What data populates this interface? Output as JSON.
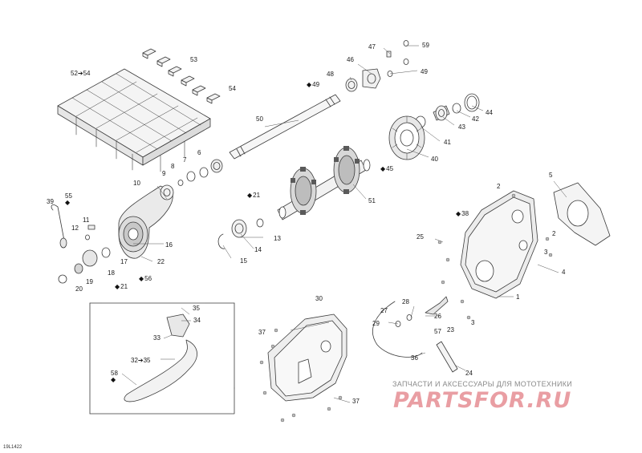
{
  "diagram_ref": "19L1422",
  "watermark": {
    "tagline": "ЗАПЧАСТИ И АКСЕССУАРЫ ДЛЯ МОТОТЕХНИКИ",
    "logo_text": "PARTSFOR.RU"
  },
  "colors": {
    "line": "#3a3a3a",
    "watermark": "#e0787f"
  },
  "callouts": [
    {
      "id": "c59",
      "text": "59"
    },
    {
      "id": "c47",
      "text": "47"
    },
    {
      "id": "c53",
      "text": "53"
    },
    {
      "id": "c46",
      "text": "46"
    },
    {
      "id": "c49a",
      "text": "49"
    },
    {
      "id": "c52_54",
      "text": "52➔54"
    },
    {
      "id": "c48",
      "text": "48"
    },
    {
      "id": "c49b",
      "text": "49",
      "oil": true
    },
    {
      "id": "c54",
      "text": "54"
    },
    {
      "id": "c44",
      "text": "44"
    },
    {
      "id": "c50",
      "text": "50"
    },
    {
      "id": "c42",
      "text": "42"
    },
    {
      "id": "c43",
      "text": "43"
    },
    {
      "id": "c41",
      "text": "41"
    },
    {
      "id": "c6",
      "text": "6"
    },
    {
      "id": "c7",
      "text": "7"
    },
    {
      "id": "c40",
      "text": "40"
    },
    {
      "id": "c8",
      "text": "8"
    },
    {
      "id": "c45",
      "text": "45",
      "oil": true
    },
    {
      "id": "c9",
      "text": "9"
    },
    {
      "id": "c5",
      "text": "5"
    },
    {
      "id": "c10",
      "text": "10"
    },
    {
      "id": "c2a",
      "text": "2"
    },
    {
      "id": "c21a",
      "text": "21",
      "oil": true
    },
    {
      "id": "c55",
      "text": "55"
    },
    {
      "id": "c39",
      "text": "39"
    },
    {
      "id": "c51",
      "text": "51"
    },
    {
      "id": "c38",
      "text": "38",
      "oil": true
    },
    {
      "id": "c11",
      "text": "11"
    },
    {
      "id": "c12",
      "text": "12"
    },
    {
      "id": "c13",
      "text": "13"
    },
    {
      "id": "c16",
      "text": "16"
    },
    {
      "id": "c25",
      "text": "25"
    },
    {
      "id": "c2b",
      "text": "2"
    },
    {
      "id": "c14",
      "text": "14"
    },
    {
      "id": "c3a",
      "text": "3"
    },
    {
      "id": "c17",
      "text": "17"
    },
    {
      "id": "c22",
      "text": "22"
    },
    {
      "id": "c15",
      "text": "15"
    },
    {
      "id": "c4",
      "text": "4"
    },
    {
      "id": "c18",
      "text": "18"
    },
    {
      "id": "c56",
      "text": "56",
      "oil": true
    },
    {
      "id": "c19",
      "text": "19"
    },
    {
      "id": "c21b",
      "text": "21",
      "oil": true
    },
    {
      "id": "c20",
      "text": "20"
    },
    {
      "id": "c1",
      "text": "1"
    },
    {
      "id": "c30",
      "text": "30"
    },
    {
      "id": "c35a",
      "text": "35"
    },
    {
      "id": "c28",
      "text": "28"
    },
    {
      "id": "c27",
      "text": "27"
    },
    {
      "id": "c34",
      "text": "34"
    },
    {
      "id": "c26",
      "text": "26"
    },
    {
      "id": "c29",
      "text": "29"
    },
    {
      "id": "c3b",
      "text": "3"
    },
    {
      "id": "c37a",
      "text": "37"
    },
    {
      "id": "c33",
      "text": "33"
    },
    {
      "id": "c57",
      "text": "57"
    },
    {
      "id": "c23",
      "text": "23"
    },
    {
      "id": "c36",
      "text": "36"
    },
    {
      "id": "c32_35",
      "text": "32➔35"
    },
    {
      "id": "c58",
      "text": "58",
      "oil": true
    },
    {
      "id": "c24",
      "text": "24"
    },
    {
      "id": "c37b",
      "text": "37"
    }
  ]
}
